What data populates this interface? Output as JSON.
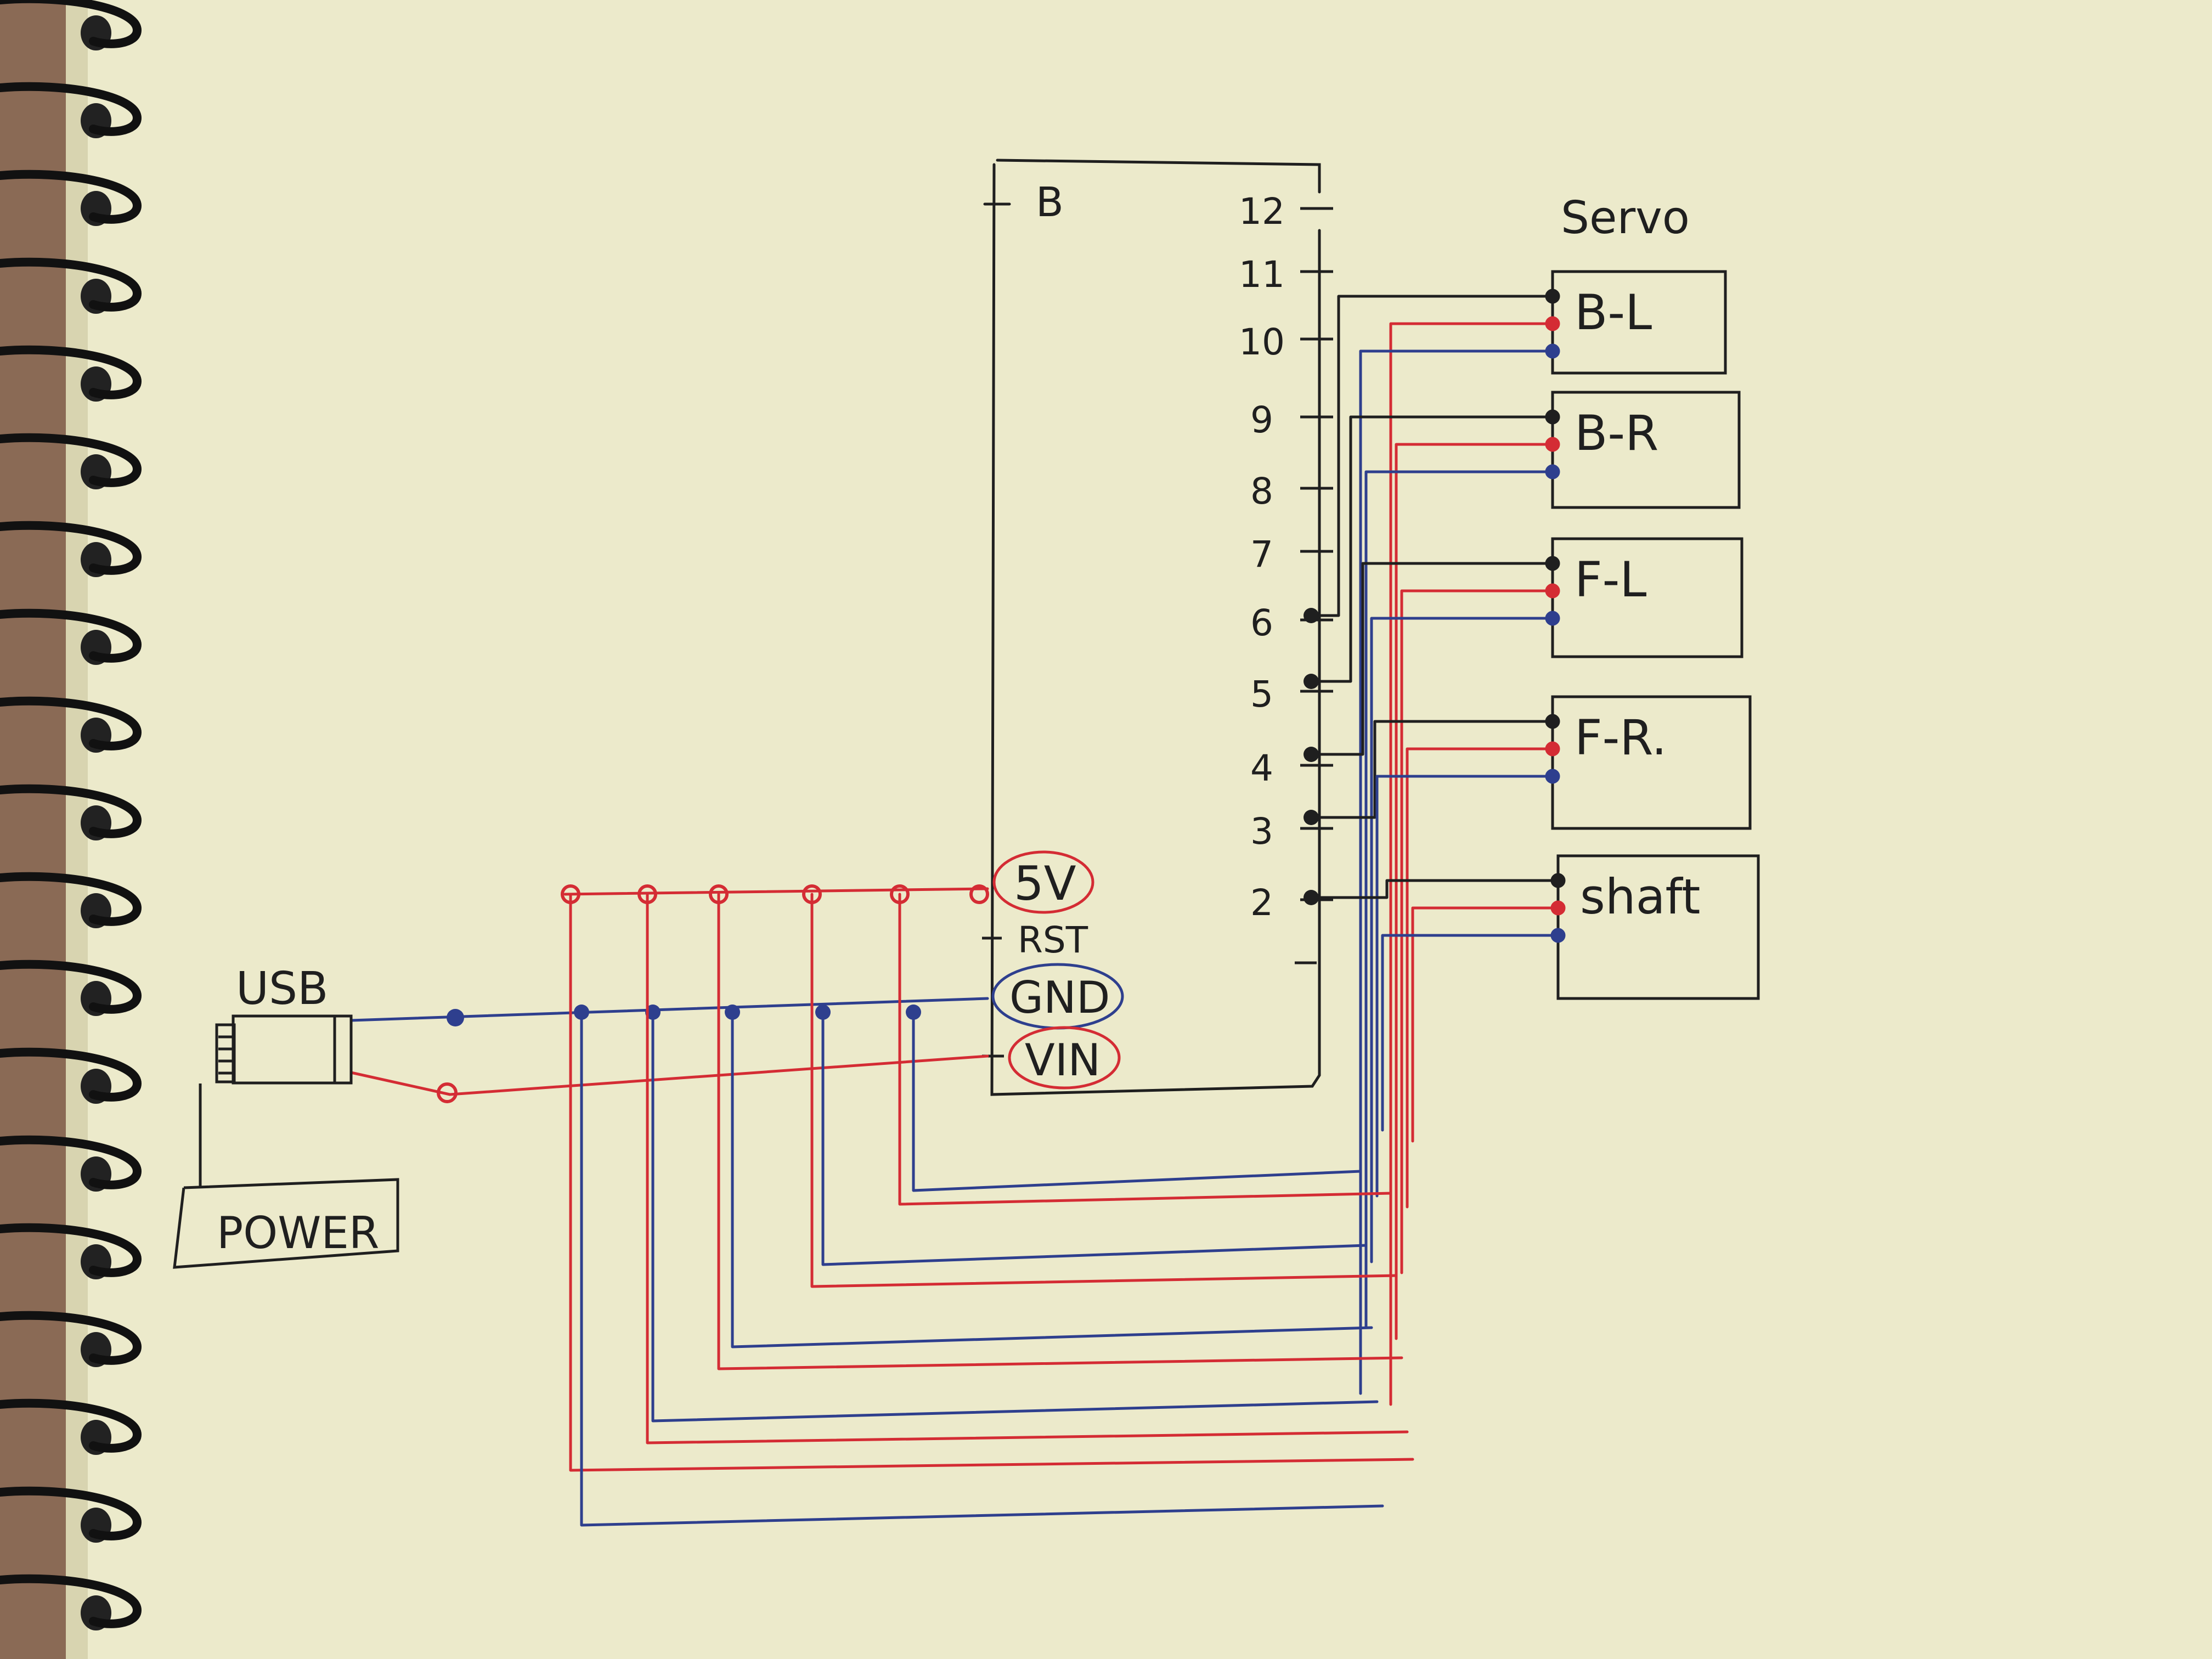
{
  "colors": {
    "paper": "#eceacb",
    "ink": "#1f1f1f",
    "red": "#d42c34",
    "blue": "#2e3f8e",
    "desk": "#8a6a55"
  },
  "board": {
    "pin_b": "B",
    "pins_right": [
      "12",
      "11",
      "10",
      "9",
      "8",
      "7",
      "6",
      "5",
      "4",
      "3",
      "2"
    ],
    "power_pins": {
      "v5": "5V",
      "rst": "RST",
      "gnd": "GND",
      "vin": "VIN"
    }
  },
  "servo": {
    "title": "Servo",
    "units": [
      {
        "label": "B-L",
        "signal_pin": "6"
      },
      {
        "label": "B-R",
        "signal_pin": "5"
      },
      {
        "label": "F-L",
        "signal_pin": "4"
      },
      {
        "label": "F-R.",
        "signal_pin": "3"
      },
      {
        "label": "shaft",
        "signal_pin": "2"
      }
    ]
  },
  "usb": {
    "label": "USB"
  },
  "power": {
    "label": "POWER"
  }
}
